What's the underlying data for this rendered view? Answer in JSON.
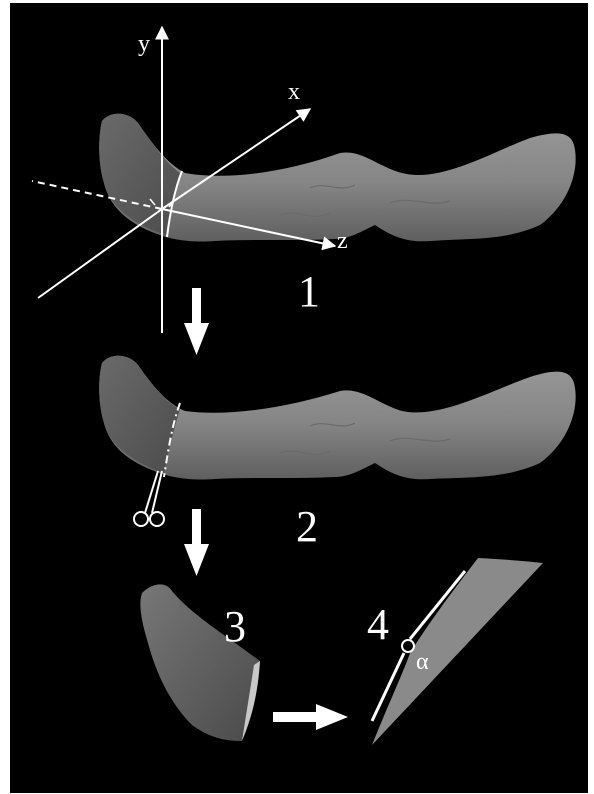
{
  "axes": {
    "y": "y",
    "x": "x",
    "z": "z"
  },
  "steps": [
    "1",
    "2",
    "3",
    "4"
  ],
  "angle_symbol": "α",
  "colors": {
    "background": "#000000",
    "bone": "#8a8a8a",
    "bone_shadow": "#5e5e5e",
    "lines": "#ffffff"
  },
  "icons": [
    "down-arrow-icon",
    "right-arrow-icon",
    "scissors-icon"
  ]
}
